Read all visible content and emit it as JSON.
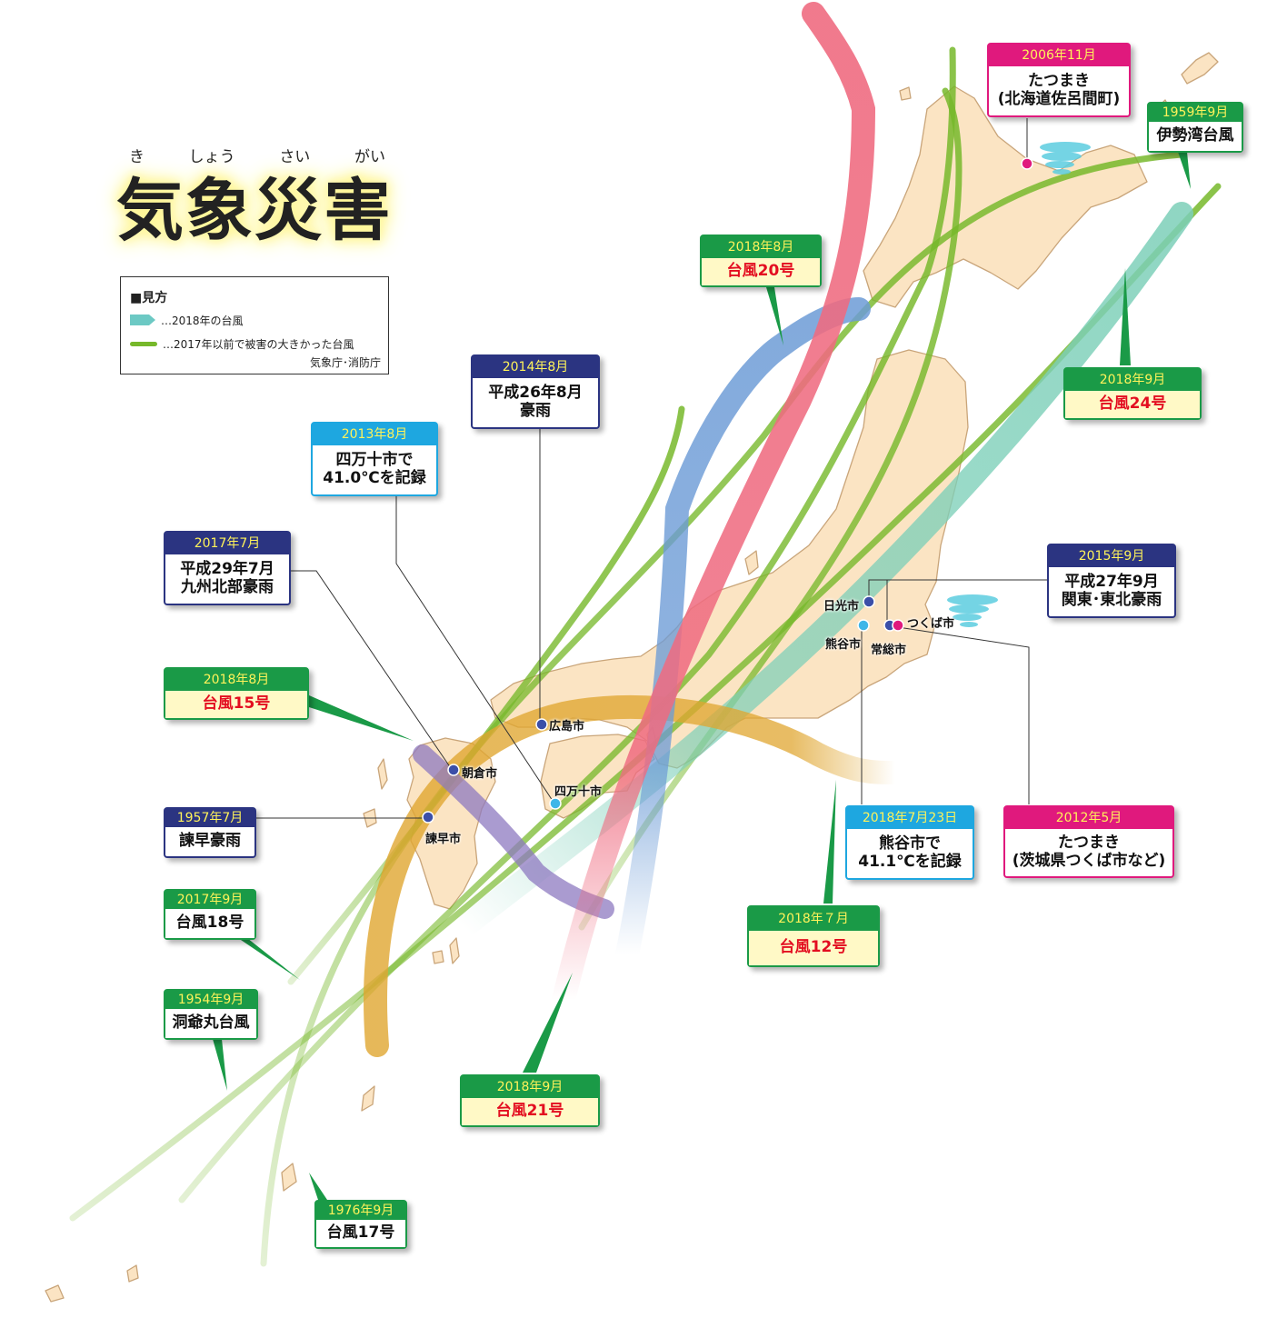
{
  "title": {
    "main": "気象災害",
    "ruby": [
      "き",
      "しょう",
      "さい",
      "がい"
    ]
  },
  "legend": {
    "heading": "■見方",
    "item_2018": "…2018年の台風",
    "item_past": "…2017年以前で被害の大きかった台風",
    "source": "気象庁･消防庁"
  },
  "colors": {
    "land": "#fbe4c3",
    "coast": "#c9a57a",
    "green_track": "#76b82a",
    "track_2018_12": "#4fbfa0",
    "track_2018_15": "#e0a630",
    "track_2018_20": "#6c9bd6",
    "track_2018_21": "#ef6b80",
    "track_2018_24": "#7ccfb8",
    "purple_track": "#8e7ac0"
  },
  "events": [
    {
      "id": "typhoon-2018-20",
      "date": "2018年8月",
      "lines": [
        "台風20号"
      ],
      "style": "green"
    },
    {
      "id": "typhoon-2018-24",
      "date": "2018年9月",
      "lines": [
        "台風24号"
      ],
      "style": "green"
    },
    {
      "id": "typhoon-2018-15",
      "date": "2018年8月",
      "lines": [
        "台風15号"
      ],
      "style": "green"
    },
    {
      "id": "typhoon-2018-12",
      "date": "2018年７月",
      "lines": [
        "台風12号"
      ],
      "style": "green"
    },
    {
      "id": "typhoon-2018-21",
      "date": "2018年9月",
      "lines": [
        "台風21号"
      ],
      "style": "green"
    },
    {
      "id": "typhoon-1959",
      "date": "1959年9月",
      "lines": [
        "伊勢湾台風"
      ],
      "style": "green2"
    },
    {
      "id": "typhoon-2017-18",
      "date": "2017年9月",
      "lines": [
        "台風18号"
      ],
      "style": "green2"
    },
    {
      "id": "typhoon-1954",
      "date": "1954年9月",
      "lines": [
        "洞爺丸台風"
      ],
      "style": "green2"
    },
    {
      "id": "typhoon-1976",
      "date": "1976年9月",
      "lines": [
        "台風17号"
      ],
      "style": "green2"
    },
    {
      "id": "tornado-2006",
      "date": "2006年11月",
      "lines": [
        "たつまき",
        "(北海道佐呂間町)"
      ],
      "style": "pink"
    },
    {
      "id": "tornado-2012",
      "date": "2012年5月",
      "lines": [
        "たつまき",
        "(茨城県つくば市など)"
      ],
      "style": "pink"
    },
    {
      "id": "rain-2014",
      "date": "2014年8月",
      "lines": [
        "平成26年8月",
        "豪雨"
      ],
      "style": "navy"
    },
    {
      "id": "rain-2017",
      "date": "2017年7月",
      "lines": [
        "平成29年7月",
        "九州北部豪雨"
      ],
      "style": "navy"
    },
    {
      "id": "rain-1957",
      "date": "1957年7月",
      "lines": [
        "諫早豪雨"
      ],
      "style": "navy"
    },
    {
      "id": "rain-2015",
      "date": "2015年9月",
      "lines": [
        "平成27年9月",
        "関東･東北豪雨"
      ],
      "style": "navy"
    },
    {
      "id": "heat-2013",
      "date": "2013年8月",
      "lines": [
        "四万十市で",
        "41.0℃を記録"
      ],
      "style": "cyan"
    },
    {
      "id": "heat-2018",
      "date": "2018年7月23日",
      "lines": [
        "熊谷市で",
        "41.1℃を記録"
      ],
      "style": "cyan"
    }
  ],
  "cities": [
    {
      "id": "hiroshima",
      "label": "広島市",
      "color": "#3b4fa8"
    },
    {
      "id": "asakura",
      "label": "朝倉市",
      "color": "#3b4fa8"
    },
    {
      "id": "isahaya",
      "label": "諫早市",
      "color": "#3b4fa8"
    },
    {
      "id": "shimanto",
      "label": "四万十市",
      "color": "#3fb6e8"
    },
    {
      "id": "nikko",
      "label": "日光市",
      "color": "#3b4fa8"
    },
    {
      "id": "kumagaya",
      "label": "熊谷市",
      "color": "#3fb6e8"
    },
    {
      "id": "joso",
      "label": "常総市",
      "color": "#3b4fa8"
    },
    {
      "id": "tsukuba",
      "label": "つくば市",
      "color": "#e0197d"
    },
    {
      "id": "saroma",
      "label": "",
      "color": "#e0197d"
    }
  ]
}
